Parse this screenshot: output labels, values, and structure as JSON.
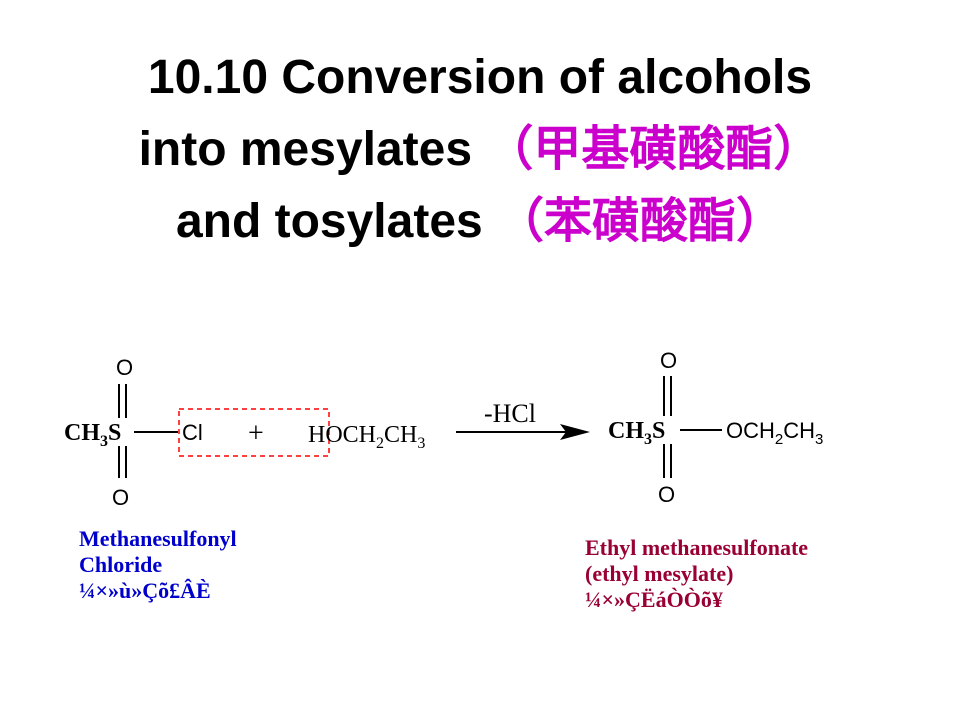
{
  "title": {
    "line1": "10.10  Conversion of alcohols",
    "line2_text": "into mesylates ",
    "line2_cjk": "（甲基磺酸酯）",
    "line3_text": "and tosylates ",
    "line3_cjk": "（苯磺酸酯）"
  },
  "reactant": {
    "oxygen_top": "O",
    "oxygen_bottom": "O",
    "ch3": "CH",
    "sub3": "3",
    "sulfur": "S",
    "leaving_group": "Cl"
  },
  "plus": "+",
  "alcohol": {
    "h": "H",
    "och": "OCH",
    "sub2": "2",
    "ch": "CH",
    "sub3": "3"
  },
  "arrow_label": "-HCl",
  "product": {
    "oxygen_top": "O",
    "oxygen_bottom": "O",
    "ch3": "CH",
    "sub3": "3",
    "sulfur": "S",
    "ester_och": "OCH",
    "ester_sub2": "2",
    "ester_ch": "CH",
    "ester_sub3": "3"
  },
  "labels": {
    "reactant_line1": "Methanesulfonyl",
    "reactant_line2": "Chloride",
    "reactant_line3": "¼×»ù»Çõ£ÂÈ",
    "product_line1": "Ethyl methanesulfonate",
    "product_line2": "(ethyl mesylate)",
    "product_line3": "¼×»ÇËáÒÒõ¥"
  },
  "colors": {
    "cjk": "#cc00cc",
    "highlight_box": "#ff0000",
    "reactant_label": "#0000cc",
    "product_label": "#990033"
  }
}
